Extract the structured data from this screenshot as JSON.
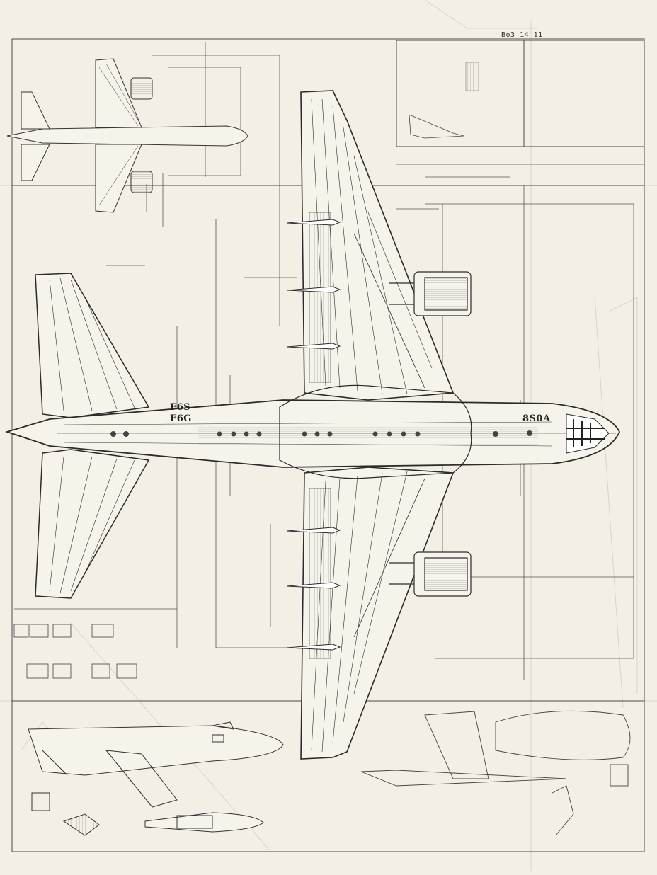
{
  "drawing": {
    "fuselage_mark_1": "F6S",
    "fuselage_mark_2": "F6G",
    "nose_mark": "8S0A",
    "header_note": "Bo3 14 11"
  },
  "colors": {
    "paper": "#f3efe4",
    "ink": "#2b2b2b",
    "faint_ink": "#c9c4b8",
    "shade": "#7a7a7a"
  }
}
